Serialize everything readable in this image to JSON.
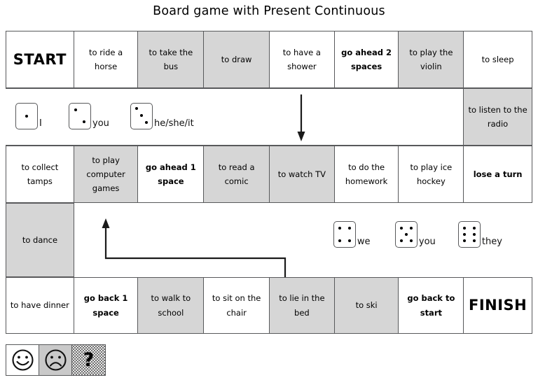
{
  "title": "Board game with Present Continuous",
  "board": {
    "rows": [
      {
        "id": "row1",
        "cells": [
          {
            "label": "START",
            "style": "big",
            "shade": "white"
          },
          {
            "label": "to ride a horse",
            "style": "normal",
            "shade": "white"
          },
          {
            "label": "to take the bus",
            "style": "normal",
            "shade": "gray"
          },
          {
            "label": "to draw",
            "style": "normal",
            "shade": "gray"
          },
          {
            "label": "to have a shower",
            "style": "normal",
            "shade": "white"
          },
          {
            "label": "go ahead 2 spaces",
            "style": "bold",
            "shade": "white"
          },
          {
            "label": "to play the violin",
            "style": "normal",
            "shade": "gray"
          },
          {
            "label": "to sleep",
            "style": "normal",
            "shade": "white"
          }
        ]
      },
      {
        "id": "row2",
        "type": "dice-band",
        "radio_cell": {
          "label": "to listen to the radio",
          "shade": "gray"
        },
        "dice": [
          {
            "value": 1,
            "pronoun": "I"
          },
          {
            "value": 2,
            "pronoun": "you"
          },
          {
            "value": 3,
            "pronoun": "he/she/it"
          }
        ],
        "arrow": "down-arrow"
      },
      {
        "id": "row3",
        "cells": [
          {
            "label": "to collect tamps",
            "style": "normal",
            "shade": "white"
          },
          {
            "label": "to play computer games",
            "style": "normal",
            "shade": "gray"
          },
          {
            "label": "go ahead 1 space",
            "style": "bold",
            "shade": "white"
          },
          {
            "label": "to read a comic",
            "style": "normal",
            "shade": "gray"
          },
          {
            "label": "to watch TV",
            "style": "normal",
            "shade": "gray"
          },
          {
            "label": "to do the homework",
            "style": "normal",
            "shade": "white"
          },
          {
            "label": "to play ice hockey",
            "style": "normal",
            "shade": "white"
          },
          {
            "label": "lose a turn",
            "style": "bold",
            "shade": "white"
          }
        ]
      },
      {
        "id": "row4",
        "type": "dice-band",
        "dance_cell": {
          "label": "to dance",
          "shade": "gray"
        },
        "dice": [
          {
            "value": 4,
            "pronoun": "we"
          },
          {
            "value": 5,
            "pronoun": "you"
          },
          {
            "value": 6,
            "pronoun": "they"
          }
        ],
        "arrow": "u-turn-arrow"
      },
      {
        "id": "row5",
        "cells": [
          {
            "label": "to have dinner",
            "style": "normal",
            "shade": "white"
          },
          {
            "label": "go back 1 space",
            "style": "bold",
            "shade": "white"
          },
          {
            "label": "to walk to school",
            "style": "normal",
            "shade": "gray"
          },
          {
            "label": "to sit on the chair",
            "style": "normal",
            "shade": "white"
          },
          {
            "label": "to lie in the bed",
            "style": "normal",
            "shade": "gray"
          },
          {
            "label": "to ski",
            "style": "normal",
            "shade": "gray"
          },
          {
            "label": "go back to start",
            "style": "bold",
            "shade": "white"
          },
          {
            "label": "FINISH",
            "style": "big",
            "shade": "white"
          }
        ]
      }
    ]
  },
  "legend": {
    "cells": [
      {
        "icon": "smiley-face-icon",
        "shade": "white"
      },
      {
        "icon": "sad-face-icon",
        "shade": "gray"
      },
      {
        "icon": "question-mark-icon",
        "shade": "dots",
        "label": "?"
      }
    ]
  },
  "colors": {
    "gray_fill": "#d6d6d6",
    "border": "#58595b",
    "legend_gray": "#c9c9c9",
    "text": "#000000"
  }
}
